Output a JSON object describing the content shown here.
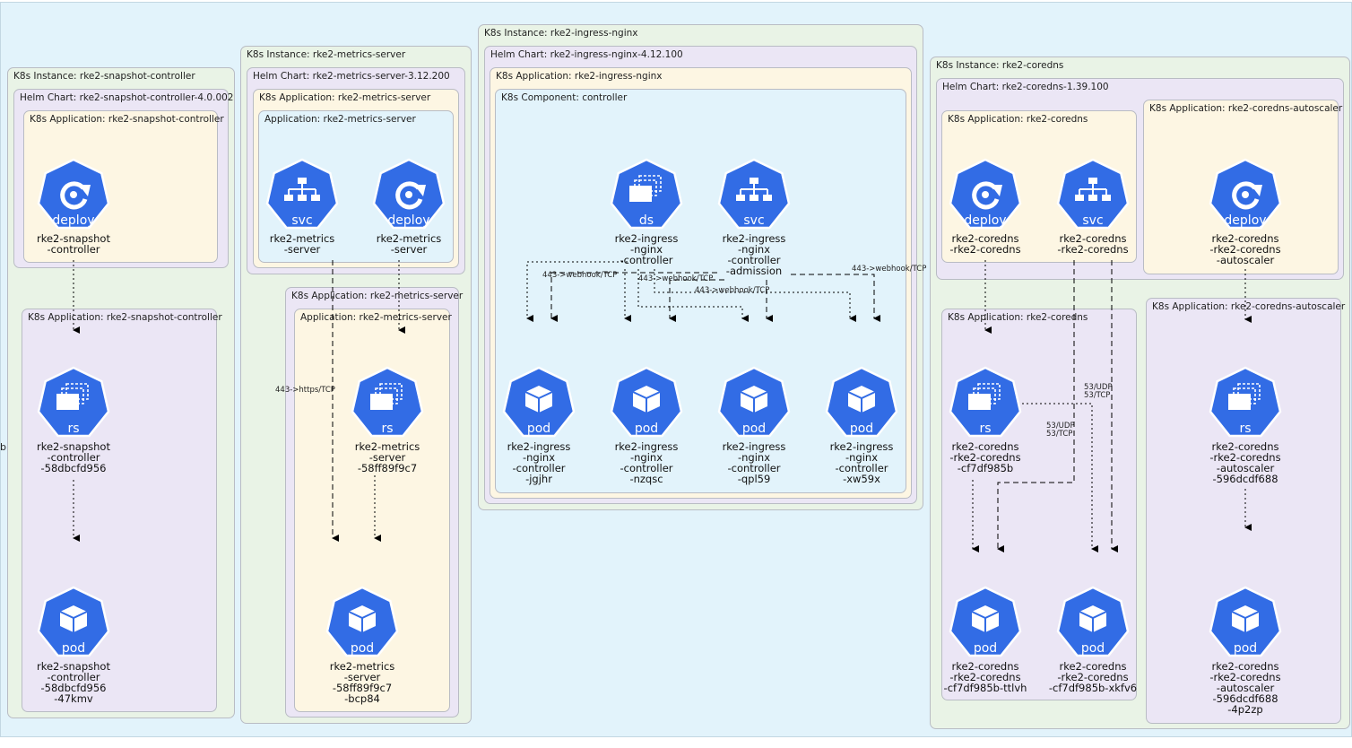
{
  "boxes": {
    "snap_inst": "K8s Instance: rke2-snapshot-controller",
    "snap_helm": "Helm Chart: rke2-snapshot-controller-4.0.002",
    "snap_app1": "K8s Application: rke2-snapshot-controller",
    "snap_app2": "K8s Application: rke2-snapshot-controller",
    "ms_inst": "K8s Instance: rke2-metrics-server",
    "ms_helm": "Helm Chart: rke2-metrics-server-3.12.200",
    "ms_app1": "K8s Application: rke2-metrics-server",
    "ms_app1_inner": "Application: rke2-metrics-server",
    "ms_app2": "K8s Application: rke2-metrics-server",
    "ms_app2_inner": "Application: rke2-metrics-server",
    "ing_inst": "K8s Instance: rke2-ingress-nginx",
    "ing_helm": "Helm Chart: rke2-ingress-nginx-4.12.100",
    "ing_app": "K8s Application: rke2-ingress-nginx",
    "ing_comp": "K8s Component: controller",
    "dns_inst": "K8s Instance: rke2-coredns",
    "dns_helm": "Helm Chart: rke2-coredns-1.39.100",
    "dns_app1": "K8s Application: rke2-coredns",
    "dns_auto1": "K8s Application: rke2-coredns-autoscaler",
    "dns_app2": "K8s Application: rke2-coredns",
    "dns_auto2": "K8s Application: rke2-coredns-autoscaler"
  },
  "nodes": {
    "snap_deploy": {
      "kind": "deploy",
      "icon": "deploy-icon",
      "label": "rke2-snapshot\n-controller"
    },
    "snap_rs": {
      "kind": "rs",
      "icon": "replicaset-icon",
      "label": "rke2-snapshot\n-controller\n-58dbcfd956"
    },
    "snap_pod": {
      "kind": "pod",
      "icon": "pod-icon",
      "label": "rke2-snapshot\n-controller\n-58dbcfd956\n-47kmv"
    },
    "ms_svc": {
      "kind": "svc",
      "icon": "service-icon",
      "label": "rke2-metrics\n-server"
    },
    "ms_deploy": {
      "kind": "deploy",
      "icon": "deploy-icon",
      "label": "rke2-metrics\n-server"
    },
    "ms_rs": {
      "kind": "rs",
      "icon": "replicaset-icon",
      "label": "rke2-metrics\n-server\n-58ff89f9c7"
    },
    "ms_pod": {
      "kind": "pod",
      "icon": "pod-icon",
      "label": "rke2-metrics\n-server\n-58ff89f9c7\n-bcp84"
    },
    "ing_ds": {
      "kind": "ds",
      "icon": "daemonset-icon",
      "label": "rke2-ingress\n-nginx\n-controller"
    },
    "ing_svc": {
      "kind": "svc",
      "icon": "service-icon",
      "label": "rke2-ingress\n-nginx\n-controller\n-admission"
    },
    "ing_pod1": {
      "kind": "pod",
      "icon": "pod-icon",
      "label": "rke2-ingress\n-nginx\n-controller\n-jgjhr"
    },
    "ing_pod2": {
      "kind": "pod",
      "icon": "pod-icon",
      "label": "rke2-ingress\n-nginx\n-controller\n-nzqsc"
    },
    "ing_pod3": {
      "kind": "pod",
      "icon": "pod-icon",
      "label": "rke2-ingress\n-nginx\n-controller\n-qpl59"
    },
    "ing_pod4": {
      "kind": "pod",
      "icon": "pod-icon",
      "label": "rke2-ingress\n-nginx\n-controller\n-xw59x"
    },
    "dns_deploy": {
      "kind": "deploy",
      "icon": "deploy-icon",
      "label": "rke2-coredns\n-rke2-coredns"
    },
    "dns_svc": {
      "kind": "svc",
      "icon": "service-icon",
      "label": "rke2-coredns\n-rke2-coredns"
    },
    "dns_auto_deploy": {
      "kind": "deploy",
      "icon": "deploy-icon",
      "label": "rke2-coredns\n-rke2-coredns\n-autoscaler"
    },
    "dns_rs": {
      "kind": "rs",
      "icon": "replicaset-icon",
      "label": "rke2-coredns\n-rke2-coredns\n-cf7df985b"
    },
    "dns_auto_rs": {
      "kind": "rs",
      "icon": "replicaset-icon",
      "label": "rke2-coredns\n-rke2-coredns\n-autoscaler\n-596dcdf688"
    },
    "dns_pod1": {
      "kind": "pod",
      "icon": "pod-icon",
      "label": "rke2-coredns\n-rke2-coredns\n-cf7df985b-ttlvh"
    },
    "dns_pod2": {
      "kind": "pod",
      "icon": "pod-icon",
      "label": "rke2-coredns\n-rke2-coredns\n-cf7df985b-xkfv6"
    },
    "dns_auto_pod": {
      "kind": "pod",
      "icon": "pod-icon",
      "label": "rke2-coredns\n-rke2-coredns\n-autoscaler\n-596dcdf688\n-4p2zp"
    }
  },
  "edge_labels": {
    "ms_https": "443->https/TCP",
    "ing_webhook_1": "443->webhook/TCP",
    "ing_webhook_2": "443->webhook/TCP",
    "ing_webhook_3": "443->webhook/TCP",
    "ing_webhook_4": "443->webhook/TCP",
    "dns_udp_1": "53/UDP",
    "dns_tcp_1": "53/TCP",
    "dns_udp_2": "53/UDP",
    "dns_tcp_2": "53/TCP"
  },
  "stray_text": "b",
  "colors": {
    "node_fill": "#326ce5",
    "node_stroke": "#ffffff",
    "edge": "#000000"
  }
}
